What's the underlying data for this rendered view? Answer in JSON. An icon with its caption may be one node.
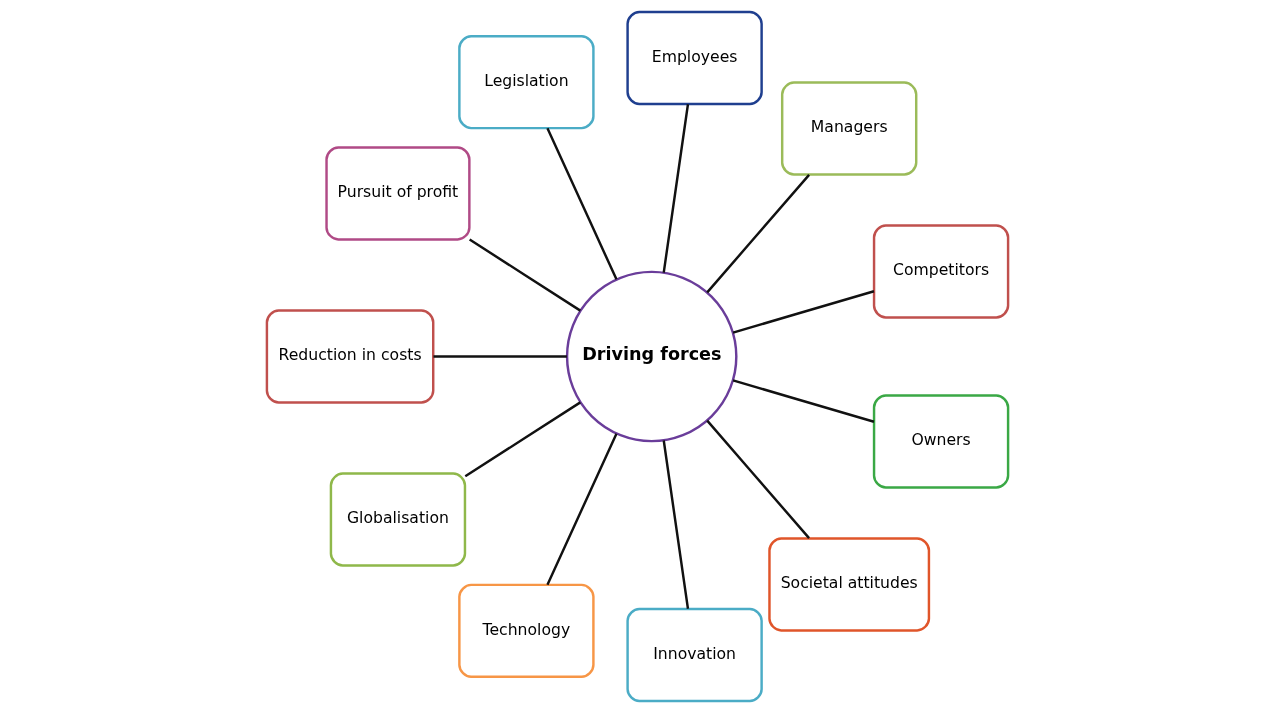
{
  "diagram": {
    "nodes": [
      {
        "text": [
          "Driving forces"
        ]
      },
      {
        "text": [
          "Competitors"
        ]
      },
      {
        "text": [
          "Managers"
        ]
      },
      {
        "text": [
          "Employees"
        ]
      },
      {
        "text": [
          "Legislation"
        ]
      },
      {
        "text": [
          "Pursuit of profit"
        ]
      },
      {
        "text": [
          "Reduction in costs"
        ]
      },
      {
        "text": [
          "Globalisation"
        ]
      },
      {
        "text": [
          "Technology"
        ]
      },
      {
        "text": [
          "Innovation"
        ]
      },
      {
        "text": [
          "Societal attitudes"
        ]
      },
      {
        "text": [
          "Owners"
        ]
      }
    ],
    "edges": [
      {
        "from": 0,
        "to": 1,
        "arrow": "none"
      },
      {
        "from": 0,
        "to": 2,
        "arrow": "none"
      },
      {
        "from": 0,
        "to": 3,
        "arrow": "none"
      },
      {
        "from": 0,
        "to": 4,
        "arrow": "none"
      },
      {
        "from": 0,
        "to": 5,
        "arrow": "none"
      },
      {
        "from": 0,
        "to": 6,
        "arrow": "none"
      },
      {
        "from": 0,
        "to": 7,
        "arrow": "none"
      },
      {
        "from": 0,
        "to": 8,
        "arrow": "none"
      },
      {
        "from": 0,
        "to": 9,
        "arrow": "none"
      },
      {
        "from": 0,
        "to": 10,
        "arrow": "none"
      },
      {
        "from": 0,
        "to": 11,
        "arrow": "none"
      }
    ]
  }
}
